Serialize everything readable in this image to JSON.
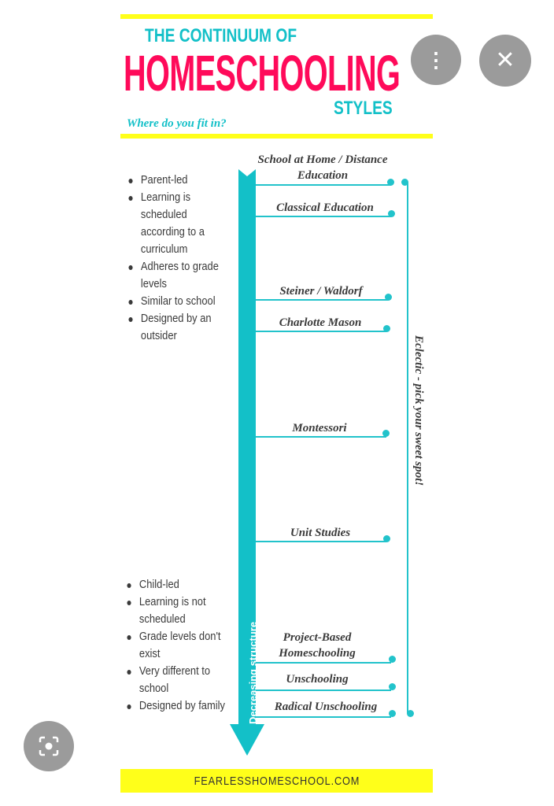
{
  "infographic": {
    "title_line1": "THE CONTINUUM OF",
    "title_main": "HOMESCHOOLING",
    "title_line3": "STYLES",
    "subtitle": "Where do you fit in?",
    "structured_traits": [
      "Parent-led",
      "Learning is scheduled according to a curriculum",
      "Adheres to grade levels",
      "Similar to school",
      "Designed by an outsider"
    ],
    "unstructured_traits": [
      "Child-led",
      "Learning is not scheduled",
      "Grade levels don't exist",
      "Very different to school",
      "Designed by family"
    ],
    "styles": [
      "School at Home / Distance Education",
      "Classical Education",
      "Steiner / Waldorf",
      "Charlotte Mason",
      "Montessori",
      "Unit Studies",
      "Project-Based Homeschooling",
      "Unschooling",
      "Radical Unschooling"
    ],
    "arrow_label": "Decreasing structure",
    "eclectic_label": "Eclectic - pick your sweet spot!",
    "footer": "FEARLESSHOMESCHOOL.COM",
    "colors": {
      "teal": "#13c0c8",
      "pink": "#ff0a5a",
      "yellow": "#ffff1a"
    }
  },
  "overlay": {
    "more_icon": "more-vert-icon",
    "close_icon": "close-icon",
    "lens_icon": "lens-icon"
  }
}
